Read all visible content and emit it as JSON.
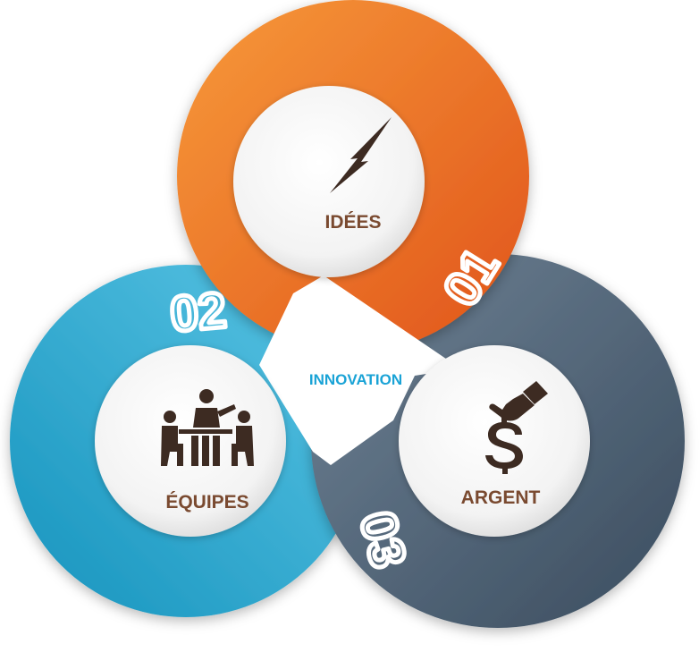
{
  "center": {
    "label": "INNOVATION",
    "color": "#1aa3d6"
  },
  "rings": [
    {
      "number": "01",
      "label": "IDÉES",
      "icon": "lightning-icon",
      "color_light": "#f79a3a",
      "color_dark": "#e0531a"
    },
    {
      "number": "02",
      "label": "ÉQUIPES",
      "icon": "team-meeting-icon",
      "color_light": "#5cc6e6",
      "color_dark": "#1593bd"
    },
    {
      "number": "03",
      "label": "ARGENT",
      "icon": "hand-money-icon",
      "color_light": "#6f8396",
      "color_dark": "#3a4c5e"
    }
  ],
  "colors": {
    "label_text": "#7a4a30",
    "icon": "#3d2b22",
    "number_text": "#ffffff",
    "inner_circle": "#f7f7f7"
  }
}
